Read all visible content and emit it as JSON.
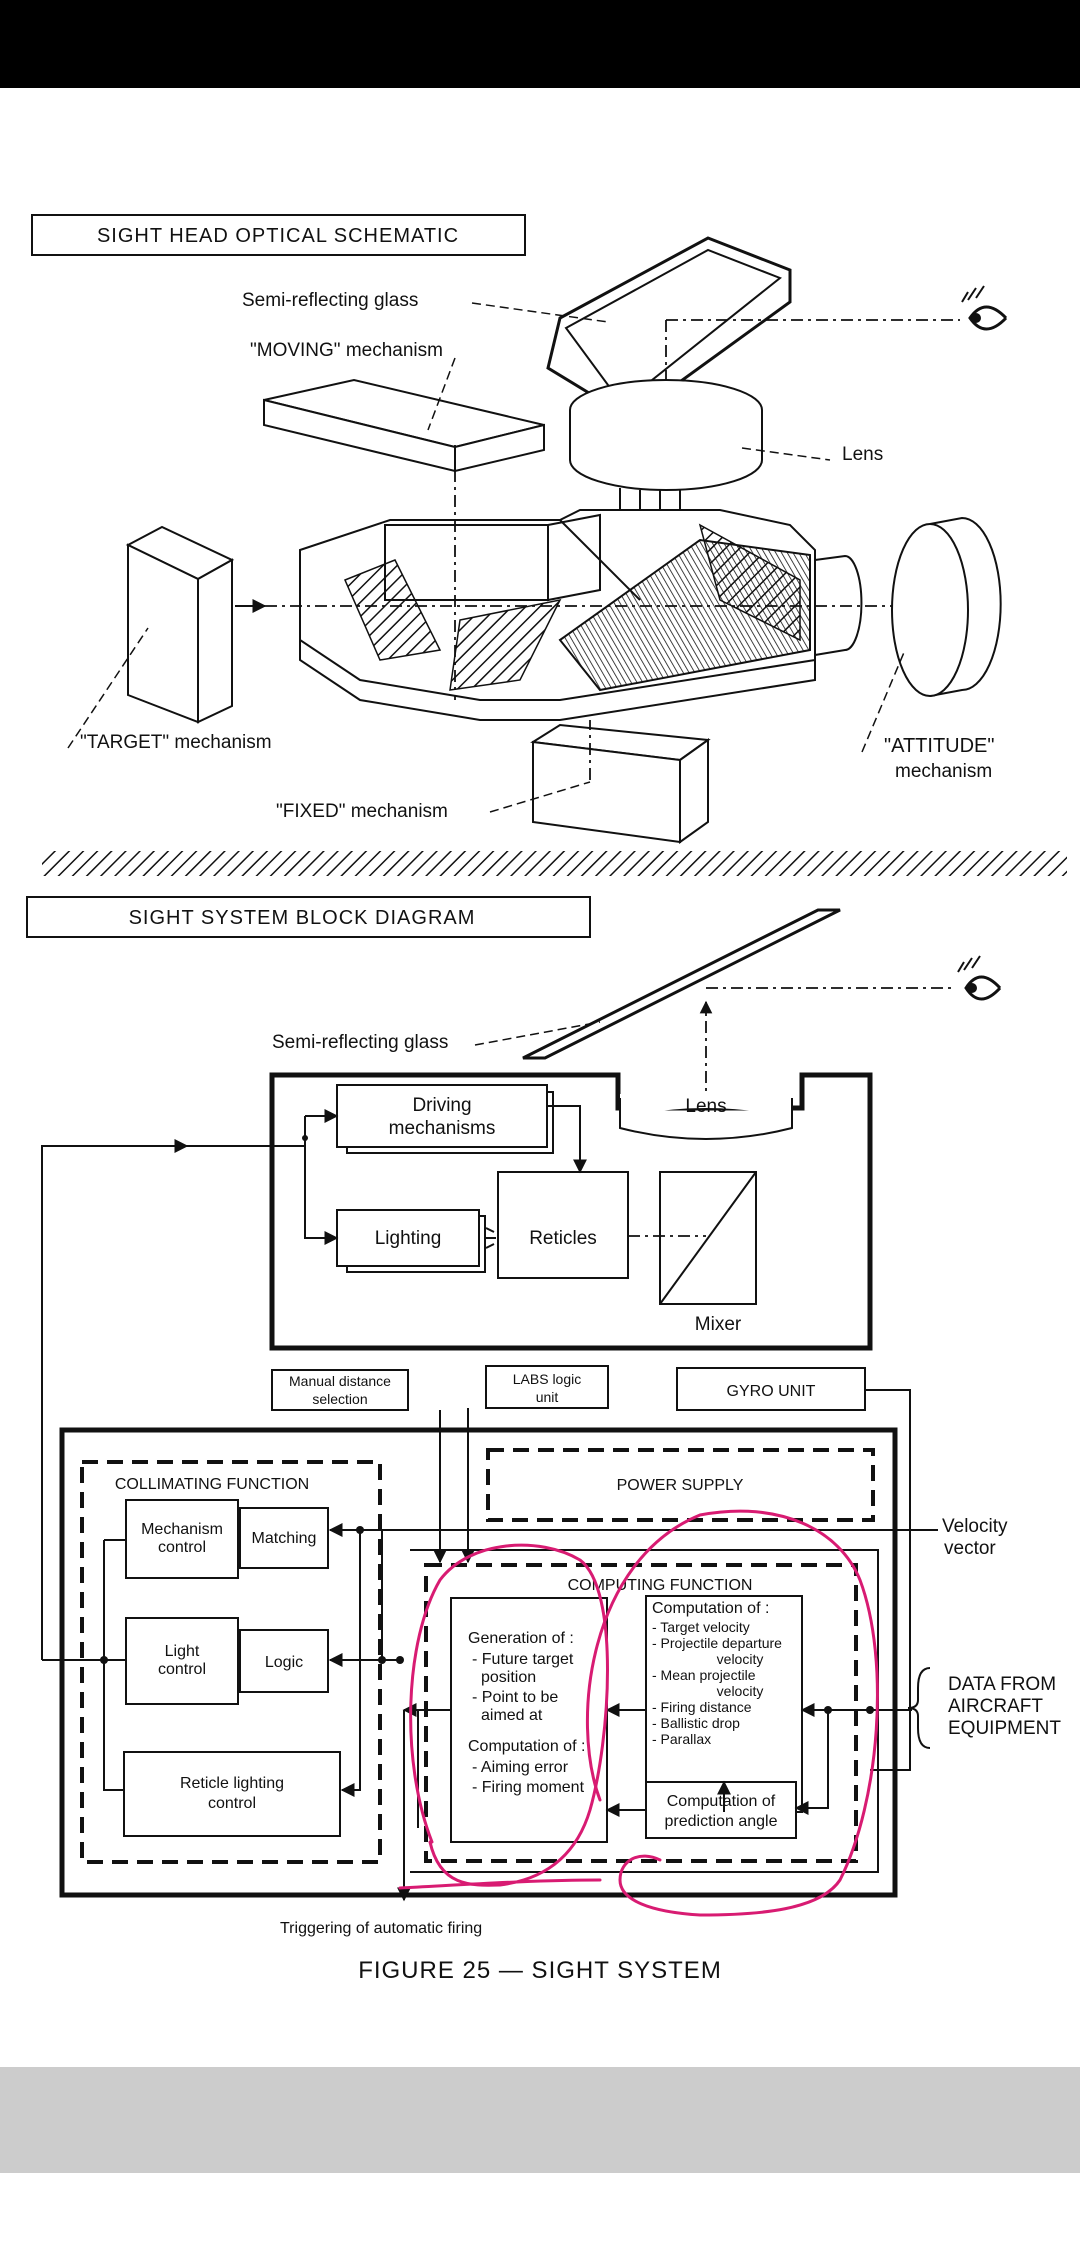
{
  "schematic": {
    "title": "SIGHT HEAD OPTICAL SCHEMATIC",
    "semi_reflecting_glass": "Semi-reflecting glass",
    "moving": "\"MOVING\" mechanism",
    "lens": "Lens",
    "target": "\"TARGET\" mechanism",
    "attitude_1": "\"ATTITUDE\"",
    "attitude_2": "mechanism",
    "fixed": "\"FIXED\" mechanism"
  },
  "block": {
    "title": "SIGHT SYSTEM BLOCK DIAGRAM",
    "semi_reflecting_glass": "Semi-reflecting glass",
    "driving_1": "Driving",
    "driving_2": "mechanisms",
    "lens": "Lens",
    "lighting": "Lighting",
    "reticles": "Reticles",
    "mixer": "Mixer",
    "manual_1": "Manual distance",
    "manual_2": "selection",
    "labs_1": "LABS logic",
    "labs_2": "unit",
    "gyro": "GYRO UNIT",
    "collimating": "COLLIMATING FUNCTION",
    "power": "POWER SUPPLY",
    "velocity_1": "Velocity",
    "velocity_2": "vector",
    "mechanism_1": "Mechanism",
    "mechanism_2": "control",
    "matching": "Matching",
    "computing": "COMPUTING FUNCTION",
    "light_1": "Light",
    "light_2": "control",
    "logic": "Logic",
    "generation": [
      "Generation of :",
      "- Future target",
      "position",
      "- Point to be",
      "aimed at",
      "Computation of :",
      "- Aiming error",
      "- Firing moment"
    ],
    "computation_list": [
      "Computation of :",
      "- Target velocity",
      "- Projectile departure",
      "velocity",
      "- Mean projectile",
      "velocity",
      "- Firing distance",
      "- Ballistic drop",
      "- Parallax"
    ],
    "data_from": [
      "DATA FROM",
      "AIRCRAFT",
      "EQUIPMENT"
    ],
    "reticle_lighting_1": "Reticle lighting",
    "reticle_lighting_2": "control",
    "prediction_1": "Computation of",
    "prediction_2": "prediction angle",
    "triggering": "Triggering of automatic firing"
  },
  "caption": "FIGURE 25 — SIGHT SYSTEM",
  "colors": {
    "annotation": "#d81b72",
    "ink": "#111111",
    "bottom_bar": "#cccccc",
    "top_bar": "#000000"
  }
}
